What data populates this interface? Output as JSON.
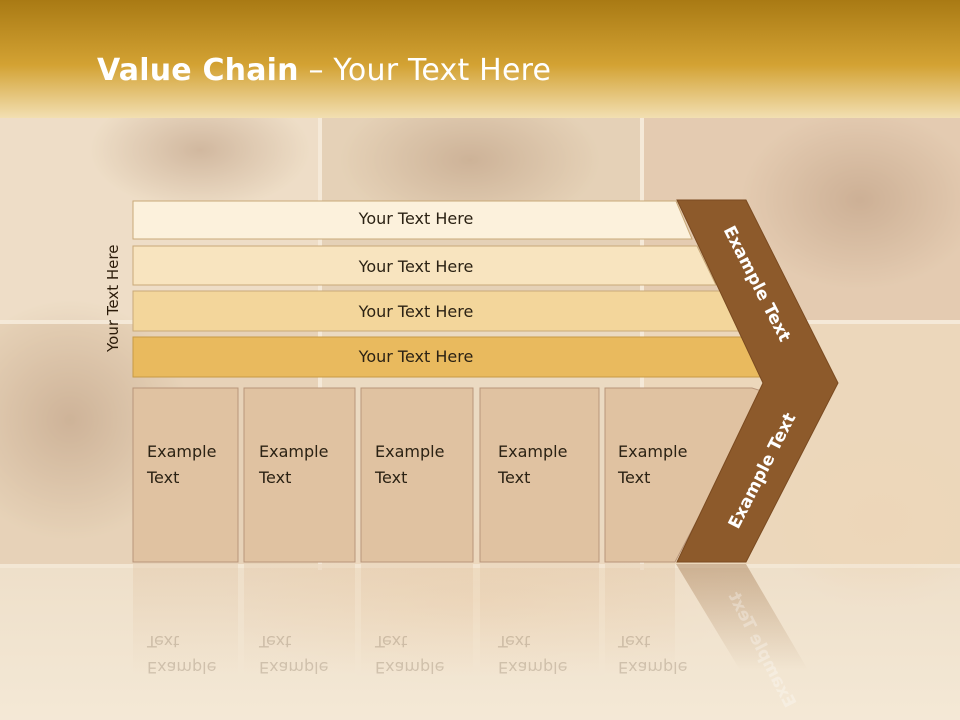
{
  "slide": {
    "title_bold": "Value Chain",
    "title_rest": " – Your Text Here",
    "side_label": "Your Text Here",
    "bars": [
      {
        "label": "Your Text Here",
        "color": "#fcf1dc"
      },
      {
        "label": "Your Text Here",
        "color": "#f8e4bf"
      },
      {
        "label": "Your Text Here",
        "color": "#f3d69b"
      },
      {
        "label": "Your Text Here",
        "color": "#e9ba5e"
      }
    ],
    "boxes": [
      {
        "line1": "Example",
        "line2": "Text"
      },
      {
        "line1": "Example",
        "line2": "Text"
      },
      {
        "line1": "Example",
        "line2": "Text"
      },
      {
        "line1": "Example",
        "line2": "Text"
      },
      {
        "line1": "Example",
        "line2": "Text"
      }
    ],
    "chevron_top_label": "Example Text",
    "chevron_bottom_label": "Example Text",
    "colors": {
      "header_gold": "#c8921f",
      "box_fill": "#e0c2a1",
      "chevron_brown": "#8d5a2b",
      "background": "#efe1c9"
    }
  }
}
